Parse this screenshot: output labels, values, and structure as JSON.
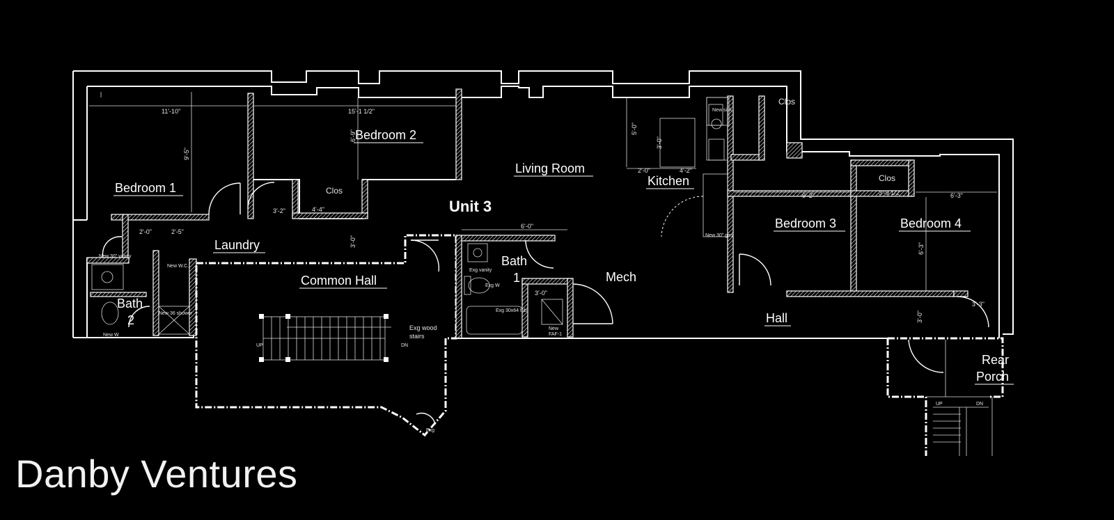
{
  "unit_label": "Unit 3",
  "brand": "Danby Ventures",
  "rooms": {
    "bedroom1": "Bedroom 1",
    "bedroom2": "Bedroom 2",
    "living_room": "Living Room",
    "kitchen": "Kitchen",
    "bedroom3": "Bedroom 3",
    "bedroom4": "Bedroom 4",
    "laundry": "Laundry",
    "common_hall": "Common Hall",
    "bath1_line1": "Bath",
    "bath1_line2": "1",
    "bath2_line1": "Bath",
    "bath2_line2": "2",
    "mech": "Mech",
    "hall": "Hall",
    "rear_porch_line1": "Rear",
    "rear_porch_line2": "Porch",
    "clos_bed2": "Clos",
    "clos_kitchen": "Clos",
    "clos_bed4": "Clos"
  },
  "dimensions": {
    "d_bed1_width": "11'-10\"",
    "d_bed1_height": "9'-5\"",
    "d_bed2_width": "15'-1 1/2\"",
    "d_bed2_height": "6'-9\"",
    "d_bed3_width": "9'-2\"",
    "d_bed4_width": "6'-3\"",
    "d_bed4_height": "6'-3\"",
    "d_bath1_width": "6'-0\"",
    "d_hall_3_3": "3'-3\"",
    "d_kitchen_2_0": "2'-0\"",
    "d_kitchen_4_2": "4'-2\"",
    "d_kitchen_5_0": "5'-0\"",
    "d_kitchen_3_0": "3'-0\"",
    "d_clos_4_4": "4'-4\"",
    "d_clos_3_2": "3'-2\"",
    "d_clos_3_0": "3'-0\"",
    "d_laundry_2_0": "2'-0\"",
    "d_laundry_2_5": "2'-5\"",
    "d_bed4_clos": "3'-9 1/2\"",
    "d_mech_3_0": "3'-0\"",
    "d_porch_3_0": "3'-0\""
  },
  "notes": {
    "stairs": "Exg wood",
    "stairs2": "stairs",
    "up": "UP",
    "dn": "DN",
    "exg": "Exg",
    "exg_vanity": "Exg vanity",
    "exg_wc": "Exg W",
    "exg_tub": "Exg 30x64 tub",
    "new_fan": "New",
    "new_fan2": "FAF-1",
    "new_sink": "New sink",
    "new_vanity": "New 30\" vanity",
    "new_wc": "New W.C.",
    "new_shower": "New 36 shower",
    "new_w": "New W",
    "new_range": "New 30\" gas",
    "porch_up": "UP",
    "porch_dn": "DN"
  }
}
